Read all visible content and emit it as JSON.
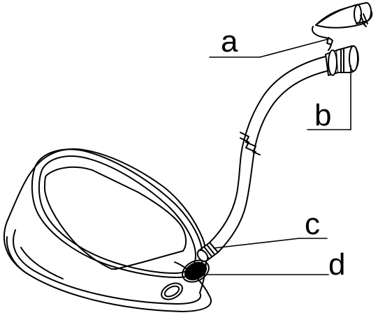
{
  "diagram": {
    "labels": {
      "a": "a",
      "b": "b",
      "c": "c",
      "d": "d"
    },
    "colors": {
      "stroke": "#000000",
      "fill": "#ffffff",
      "port_fill": "#000000"
    }
  }
}
